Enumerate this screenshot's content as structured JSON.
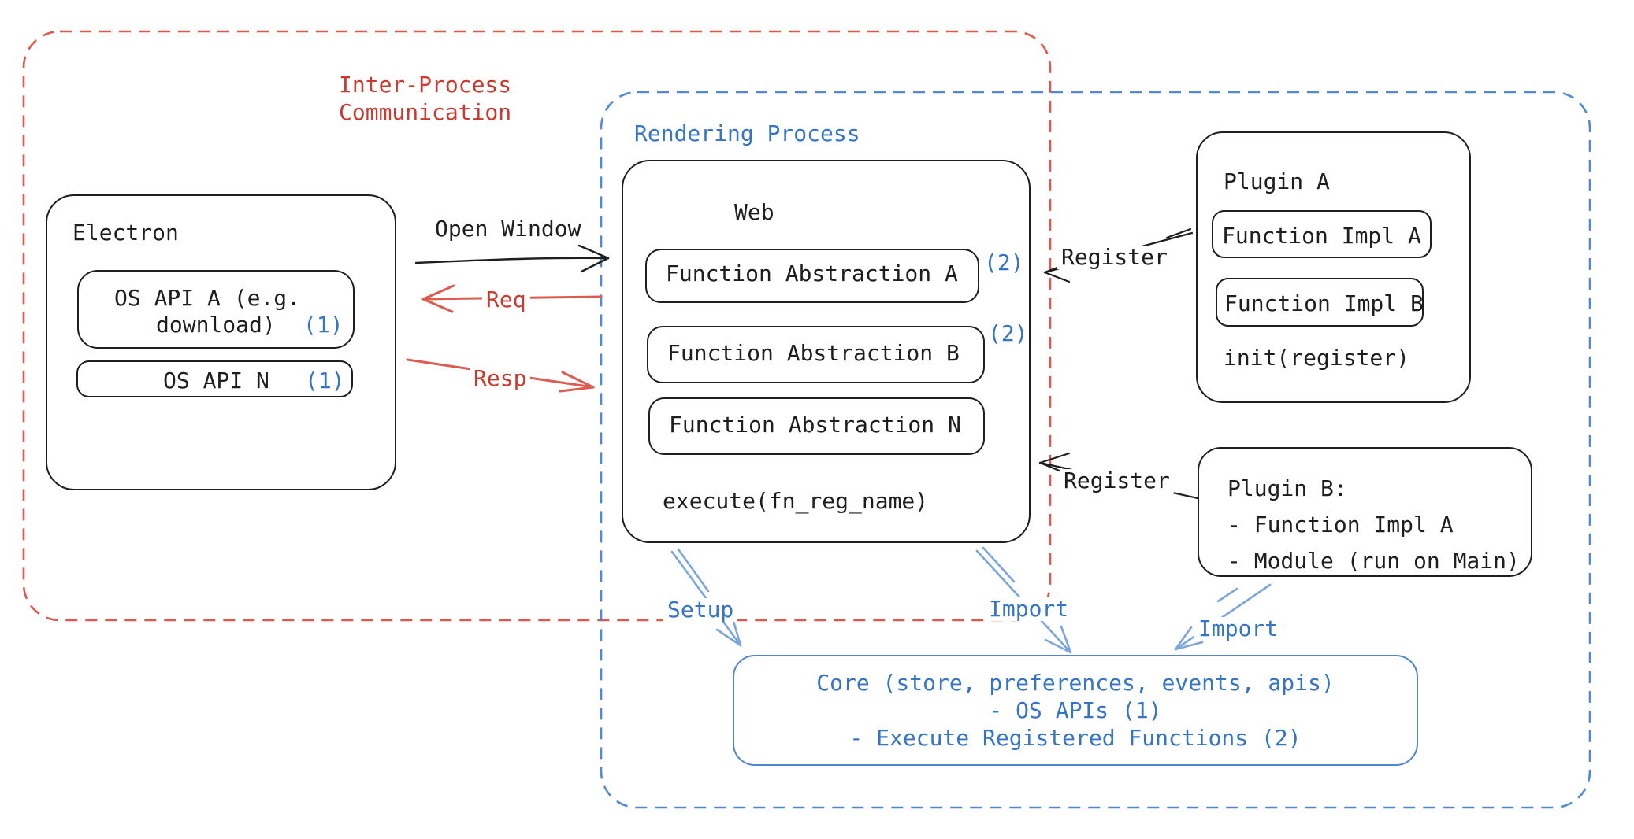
{
  "ipc": {
    "label_line1": "Inter-Process",
    "label_line2": "Communication"
  },
  "rendering": {
    "label": "Rendering Process"
  },
  "electron": {
    "title": "Electron",
    "api_a_line1": "OS API A (e.g.",
    "api_a_line2": "download)",
    "api_a_badge": "(1)",
    "api_n_text": "OS API N",
    "api_n_badge": "(1)"
  },
  "arrows": {
    "open_window": "Open Window",
    "req": "Req",
    "resp": "Resp",
    "register_a": "Register",
    "register_b": "Register",
    "setup": "Setup",
    "import_web": "Import",
    "import_plugin": "Import"
  },
  "web": {
    "title": "Web",
    "fa_a": "Function Abstraction A",
    "fa_a_badge": "(2)",
    "fa_b": "Function Abstraction B",
    "fa_b_badge": "(2)",
    "fa_n": "Function Abstraction N",
    "execute": "execute(fn_reg_name)"
  },
  "plugin_a": {
    "title": "Plugin A",
    "impl_a": "Function Impl A",
    "impl_b": "Function Impl B",
    "init": "init(register)"
  },
  "plugin_b": {
    "line1": "Plugin B:",
    "line2": "- Function Impl A",
    "line3": "- Module (run on Main)"
  },
  "core": {
    "line1": "Core (store, preferences, events, apis)",
    "line2": "- OS APIs (1)",
    "line3": "- Execute Registered Functions (2)"
  },
  "colors": {
    "red_text": "#cc392e",
    "red_stroke": "#dd5b4f",
    "blue_text": "#3674c5",
    "blue_stroke": "#5389d2",
    "blue_arrow": "#7aa6dd",
    "black": "#1e1e1e"
  }
}
